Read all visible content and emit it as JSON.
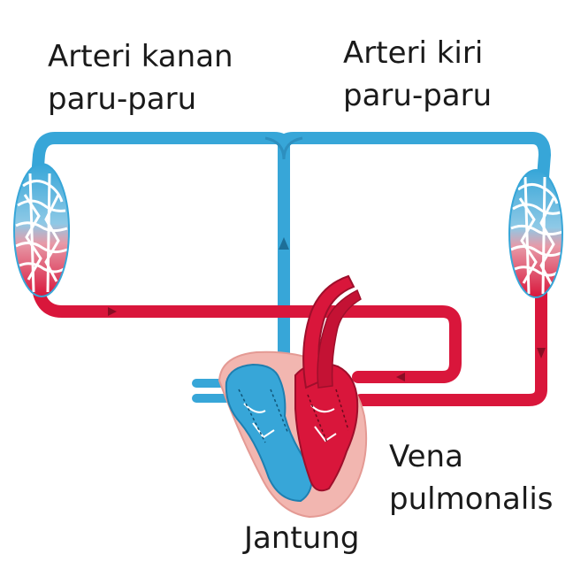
{
  "labels": {
    "right_pulmonary_artery": [
      "Arteri kanan",
      "paru-paru"
    ],
    "left_pulmonary_artery": [
      "Arteri kiri",
      "paru-paru"
    ],
    "pulmonary_vein": [
      "Vena",
      "pulmonalis"
    ],
    "heart": "Jantung"
  },
  "colors": {
    "deoxygenated": "#37A6D8",
    "oxygenated": "#D9163B",
    "heart_tissue": "#F2B6B0",
    "capillary_outline": "#ffffff"
  }
}
